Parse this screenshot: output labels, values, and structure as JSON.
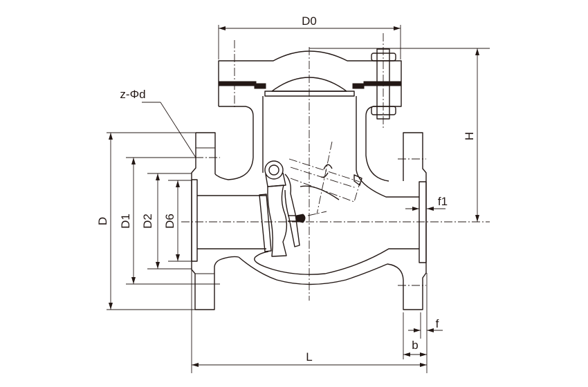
{
  "drawing": {
    "title": "Swing check valve dimension drawing",
    "line_color": "#231815",
    "labels": {
      "D0": "D0",
      "H": "H",
      "D": "D",
      "D1": "D1",
      "D2": "D2",
      "D6": "D6",
      "L": "L",
      "b": "b",
      "f": "f",
      "f1": "f1",
      "bolt_holes": "z-Φd"
    }
  }
}
